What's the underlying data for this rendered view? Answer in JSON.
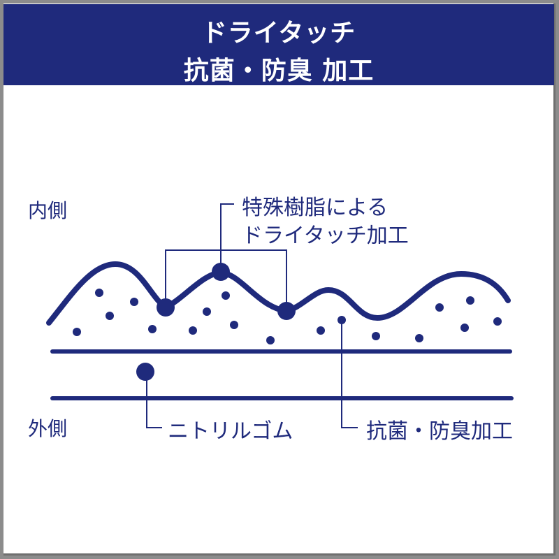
{
  "header": {
    "title_line1": "ドライタッチ",
    "title_line2": "抗菌・防臭 加工"
  },
  "labels": {
    "inner_side": "内側",
    "outer_side": "外側"
  },
  "callouts": {
    "resin": {
      "line1": "特殊樹脂による",
      "line2": "ドライタッチ加工"
    },
    "nitrile": "ニトリルゴム",
    "antibacterial": "抗菌・防臭加工"
  },
  "colors": {
    "navy": "#1f2a7c",
    "border": "#8c8c8c",
    "background": "#ffffff"
  }
}
